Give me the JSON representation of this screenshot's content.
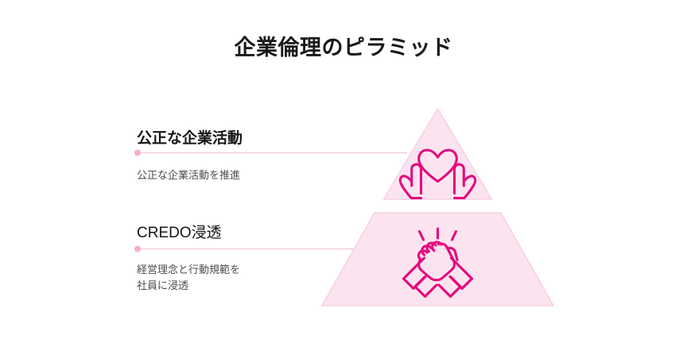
{
  "page": {
    "title": "企業倫理のピラミッド",
    "background_color": "#ffffff"
  },
  "theme": {
    "tier_fill": "#fbe4ef",
    "tier_border": "#f8cfe2",
    "connector_color": "#f6cbe0",
    "dot_color": "#f2afd0",
    "icon_color": "#e5097f",
    "heading_color": "#161616",
    "description_color": "#4d4d4d",
    "title_color": "#1a1a1a"
  },
  "pyramid": {
    "tiers": [
      {
        "id": "tier-fair-business",
        "shape": "triangle",
        "heading": "公正な企業活動",
        "description": "公正な企業活動を推進",
        "icon": "heart-in-hands-icon",
        "icon_label": "heart-in-hands"
      },
      {
        "id": "tier-credo",
        "shape": "trapezoid",
        "heading": "CREDO浸透",
        "description": "経営理念と行動規範を\n社員に浸透",
        "icon": "clasped-hands-icon",
        "icon_label": "clasped-hands"
      }
    ]
  }
}
